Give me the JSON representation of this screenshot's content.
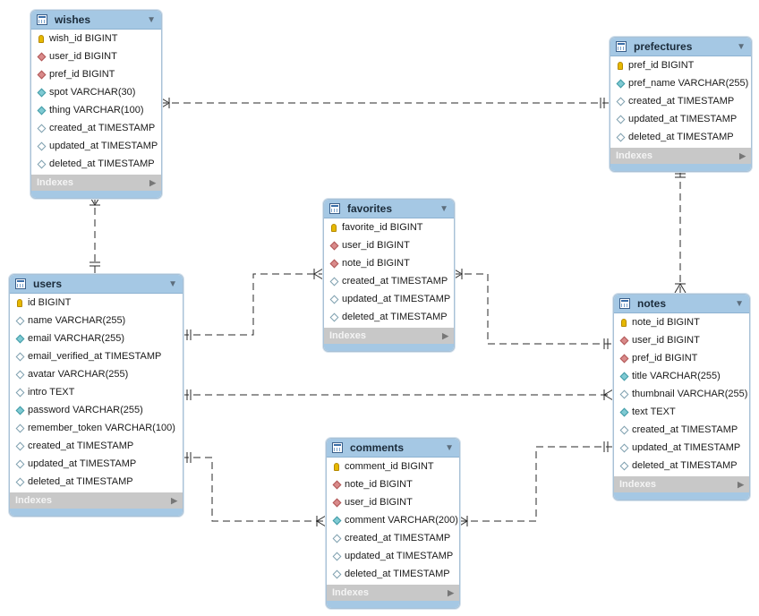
{
  "tables": {
    "wishes": {
      "name": "wishes",
      "columns": [
        {
          "text": "wish_id BIGINT",
          "icon": "primary-key-icon"
        },
        {
          "text": "user_id BIGINT",
          "icon": "foreign-key-icon"
        },
        {
          "text": "pref_id BIGINT",
          "icon": "foreign-key-icon"
        },
        {
          "text": "spot VARCHAR(30)",
          "icon": "not-null-column-icon"
        },
        {
          "text": "thing VARCHAR(100)",
          "icon": "not-null-column-icon"
        },
        {
          "text": "created_at TIMESTAMP",
          "icon": "nullable-column-icon"
        },
        {
          "text": "updated_at TIMESTAMP",
          "icon": "nullable-column-icon"
        },
        {
          "text": "deleted_at TIMESTAMP",
          "icon": "nullable-column-icon"
        }
      ],
      "indexes_label": "Indexes"
    },
    "prefectures": {
      "name": "prefectures",
      "columns": [
        {
          "text": "pref_id BIGINT",
          "icon": "primary-key-icon"
        },
        {
          "text": "pref_name VARCHAR(255)",
          "icon": "not-null-column-icon"
        },
        {
          "text": "created_at TIMESTAMP",
          "icon": "nullable-column-icon"
        },
        {
          "text": "updated_at TIMESTAMP",
          "icon": "nullable-column-icon"
        },
        {
          "text": "deleted_at TIMESTAMP",
          "icon": "nullable-column-icon"
        }
      ],
      "indexes_label": "Indexes"
    },
    "favorites": {
      "name": "favorites",
      "columns": [
        {
          "text": "favorite_id BIGINT",
          "icon": "primary-key-icon"
        },
        {
          "text": "user_id BIGINT",
          "icon": "foreign-key-icon"
        },
        {
          "text": "note_id BIGINT",
          "icon": "foreign-key-icon"
        },
        {
          "text": "created_at TIMESTAMP",
          "icon": "nullable-column-icon"
        },
        {
          "text": "updated_at TIMESTAMP",
          "icon": "nullable-column-icon"
        },
        {
          "text": "deleted_at TIMESTAMP",
          "icon": "nullable-column-icon"
        }
      ],
      "indexes_label": "Indexes"
    },
    "users": {
      "name": "users",
      "columns": [
        {
          "text": "id BIGINT",
          "icon": "primary-key-icon"
        },
        {
          "text": "name VARCHAR(255)",
          "icon": "nullable-column-icon"
        },
        {
          "text": "email VARCHAR(255)",
          "icon": "not-null-column-icon"
        },
        {
          "text": "email_verified_at TIMESTAMP",
          "icon": "nullable-column-icon"
        },
        {
          "text": "avatar VARCHAR(255)",
          "icon": "nullable-column-icon"
        },
        {
          "text": "intro TEXT",
          "icon": "nullable-column-icon"
        },
        {
          "text": "password VARCHAR(255)",
          "icon": "not-null-column-icon"
        },
        {
          "text": "remember_token VARCHAR(100)",
          "icon": "nullable-column-icon"
        },
        {
          "text": "created_at TIMESTAMP",
          "icon": "nullable-column-icon"
        },
        {
          "text": "updated_at TIMESTAMP",
          "icon": "nullable-column-icon"
        },
        {
          "text": "deleted_at TIMESTAMP",
          "icon": "nullable-column-icon"
        }
      ],
      "indexes_label": "Indexes"
    },
    "notes": {
      "name": "notes",
      "columns": [
        {
          "text": "note_id BIGINT",
          "icon": "primary-key-icon"
        },
        {
          "text": "user_id BIGINT",
          "icon": "foreign-key-icon"
        },
        {
          "text": "pref_id BIGINT",
          "icon": "foreign-key-icon"
        },
        {
          "text": "title VARCHAR(255)",
          "icon": "not-null-column-icon"
        },
        {
          "text": "thumbnail VARCHAR(255)",
          "icon": "nullable-column-icon"
        },
        {
          "text": "text TEXT",
          "icon": "not-null-column-icon"
        },
        {
          "text": "created_at TIMESTAMP",
          "icon": "nullable-column-icon"
        },
        {
          "text": "updated_at TIMESTAMP",
          "icon": "nullable-column-icon"
        },
        {
          "text": "deleted_at TIMESTAMP",
          "icon": "nullable-column-icon"
        }
      ],
      "indexes_label": "Indexes"
    },
    "comments": {
      "name": "comments",
      "columns": [
        {
          "text": "comment_id BIGINT",
          "icon": "primary-key-icon"
        },
        {
          "text": "note_id BIGINT",
          "icon": "foreign-key-icon"
        },
        {
          "text": "user_id BIGINT",
          "icon": "foreign-key-icon"
        },
        {
          "text": "comment VARCHAR(200)",
          "icon": "not-null-column-icon"
        },
        {
          "text": "created_at TIMESTAMP",
          "icon": "nullable-column-icon"
        },
        {
          "text": "updated_at TIMESTAMP",
          "icon": "nullable-column-icon"
        },
        {
          "text": "deleted_at TIMESTAMP",
          "icon": "nullable-column-icon"
        }
      ],
      "indexes_label": "Indexes"
    }
  },
  "colors": {
    "header": "#a5c8e4",
    "primary_key": "#e6b800",
    "foreign_key": "#d98a8a",
    "not_null": "#7fcad3",
    "indexes_bar": "#c8c8c8",
    "connector": "#2a2a2a"
  }
}
